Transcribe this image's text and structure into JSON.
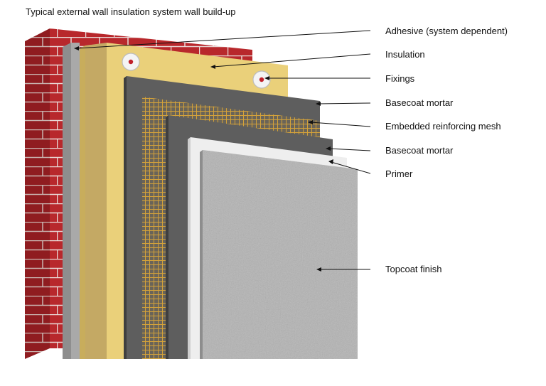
{
  "title": "Typical external wall insulation system wall build-up",
  "labels": [
    "Adhesive (system dependent)",
    "Insulation",
    "Fixings",
    "Basecoat mortar",
    "Embedded reinforcing mesh",
    "Basecoat mortar",
    "Primer",
    "Topcoat finish"
  ],
  "colors": {
    "brick": "#b8282c",
    "mortar_joint": "#e9dad7",
    "adhesive": "#a9a9a9",
    "insulation": "#ead07a",
    "basecoat": "#5e5e5e",
    "mesh": "#d4a23a",
    "primer": "#eeeeee",
    "topcoat": "#b3b3b3",
    "fixing_pin": "#c0202a"
  }
}
